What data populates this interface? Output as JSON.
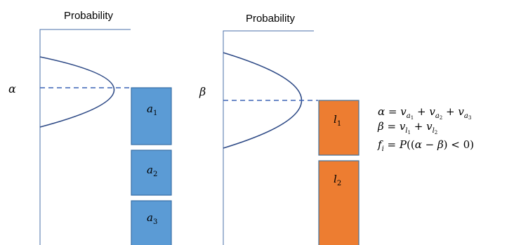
{
  "left_panel": {
    "axis_title": "Probability",
    "variable": "α",
    "boxes": [
      {
        "letter": "a",
        "sub": "1"
      },
      {
        "letter": "a",
        "sub": "2"
      },
      {
        "letter": "a",
        "sub": "3"
      }
    ]
  },
  "right_panel": {
    "axis_title": "Probability",
    "variable": "β",
    "boxes": [
      {
        "letter": "l",
        "sub": "1"
      },
      {
        "letter": "l",
        "sub": "2"
      }
    ]
  },
  "equations": {
    "alpha": {
      "lhs": "α",
      "eq": "=",
      "v": "v",
      "plus": "+",
      "terms": [
        {
          "sub": "a",
          "subsub": "1"
        },
        {
          "sub": "a",
          "subsub": "2"
        },
        {
          "sub": "a",
          "subsub": "3"
        }
      ]
    },
    "beta": {
      "lhs": "β",
      "eq": "=",
      "v": "v",
      "plus": "+",
      "terms": [
        {
          "sub": "l",
          "subsub": "1"
        },
        {
          "sub": "l",
          "subsub": "2"
        }
      ]
    },
    "f": {
      "f": "f",
      "i": "i",
      "eq": "=",
      "P": "P",
      "open": "((",
      "alpha": "α",
      "minus": "−",
      "beta": "β",
      "close_lt": ") < 0)"
    }
  },
  "colors": {
    "blue_box": "#5b9bd5",
    "orange_box": "#ed7d31",
    "curve": "#2e4a86",
    "dash": "#3b63b5"
  }
}
